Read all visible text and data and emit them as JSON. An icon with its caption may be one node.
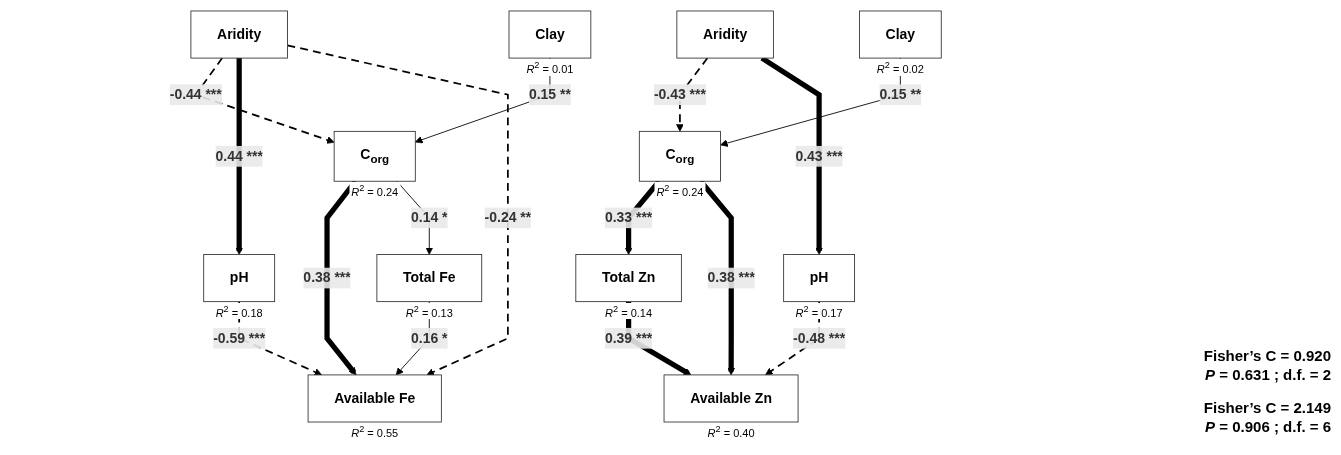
{
  "diagram": {
    "nodes": [
      {
        "text": [
          "Aridity"
        ]
      },
      {
        "text": [
          "Clay"
        ],
        "beside": [
          "*R*$^{2}$ = 0.01"
        ]
      },
      {
        "text": [
          "C$_{org}$"
        ],
        "beside": [
          "*R*$^{2}$ = 0.24"
        ]
      },
      {
        "text": [
          "pH"
        ],
        "beside": [
          "*R*$^{2}$ = 0.18"
        ]
      },
      {
        "text": [
          "Total Fe"
        ],
        "beside": [
          "*R*$^{2}$ = 0.13"
        ]
      },
      {
        "text": [
          "Available Fe"
        ],
        "beside": [
          "*R*$^{2}$ = 0.55"
        ]
      },
      {
        "text": [
          "Aridity"
        ]
      },
      {
        "text": [
          "Clay"
        ],
        "beside": [
          "*R*$^{2}$ = 0.02"
        ]
      },
      {
        "text": [
          "C$_{org}$"
        ],
        "beside": [
          "*R*$^{2}$ = 0.24"
        ]
      },
      {
        "text": [
          "pH"
        ],
        "beside": [
          "*R*$^{2}$ = 0.17"
        ]
      },
      {
        "text": [
          "Total Zn"
        ],
        "beside": [
          "*R*$^{2}$ = 0.14"
        ]
      },
      {
        "text": [
          "Available Zn"
        ],
        "beside": [
          "*R*$^{2}$ = 0.40"
        ]
      }
    ],
    "edges": [
      {
        "from": 0,
        "to": 2,
        "arrow": "to",
        "label": "-0.44 ***",
        "style": "dashed"
      },
      {
        "from": 1,
        "to": 2,
        "arrow": "to",
        "label": "0.15 **"
      },
      {
        "from": 0,
        "to": 3,
        "arrow": "to",
        "label": "0.44 ***",
        "style": "thick"
      },
      {
        "from": 0,
        "to": 5,
        "arrow": "to",
        "label": "-0.24 **",
        "style": "dashed"
      },
      {
        "from": 2,
        "to": 5,
        "arrow": "to",
        "label": "0.38 ***",
        "style": "thick"
      },
      {
        "from": 2,
        "to": 4,
        "arrow": "to",
        "label": "0.14 *"
      },
      {
        "from": 3,
        "to": 5,
        "arrow": "to",
        "label": "-0.59 ***",
        "style": "dashed"
      },
      {
        "from": 4,
        "to": 5,
        "arrow": "to",
        "label": "0.16 *"
      },
      {
        "from": 6,
        "to": 8,
        "arrow": "to",
        "label": "-0.43 ***",
        "style": "dashed"
      },
      {
        "from": 7,
        "to": 8,
        "arrow": "to",
        "label": "0.15 **"
      },
      {
        "from": 6,
        "to": 9,
        "arrow": "to",
        "label": "0.43 ***",
        "style": "thick"
      },
      {
        "from": 8,
        "to": 10,
        "arrow": "to",
        "label": "0.33 ***",
        "style": "thick"
      },
      {
        "from": 8,
        "to": 11,
        "arrow": "to",
        "label": "0.38 ***",
        "style": "thick"
      },
      {
        "from": 9,
        "to": 11,
        "arrow": "to",
        "label": "-0.48 ***",
        "style": "dashed"
      },
      {
        "from": 10,
        "to": 11,
        "arrow": "to",
        "label": "0.39 ***",
        "style": "thick"
      }
    ],
    "labels": [
      "Fisher’s C = 0.920",
      "*P* = 0.631 ; d.f. = 2",
      "Fisher’s C = 2.149",
      "*P* = 0.906 ; d.f. = 6"
    ]
  }
}
